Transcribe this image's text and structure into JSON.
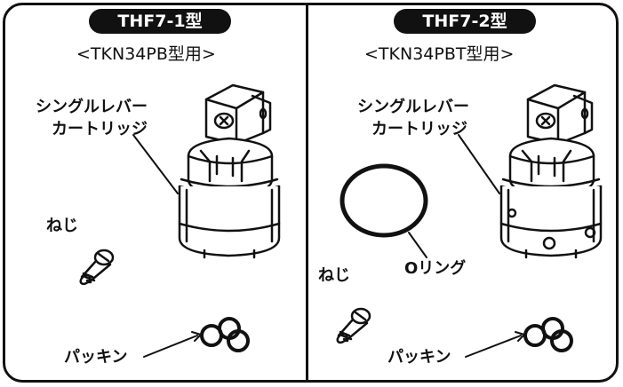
{
  "left_panel": {
    "model": "THF7-1型",
    "subtitle": "<TKN34PB型用>",
    "cartridge_label": [
      "シングルレバー",
      "カートリッジ"
    ],
    "screw_label": "ねじ",
    "packing_label": "パッキン"
  },
  "right_panel": {
    "model": "THF7-2型",
    "subtitle": "<TKN34PBT型用>",
    "cartridge_label": [
      "シングルレバー",
      "カートリッジ"
    ],
    "oring_label": "Oリング",
    "screw_label": "ねじ",
    "packing_label": "パッキン"
  },
  "colors": {
    "ink": "#111111",
    "background": "#ffffff"
  }
}
